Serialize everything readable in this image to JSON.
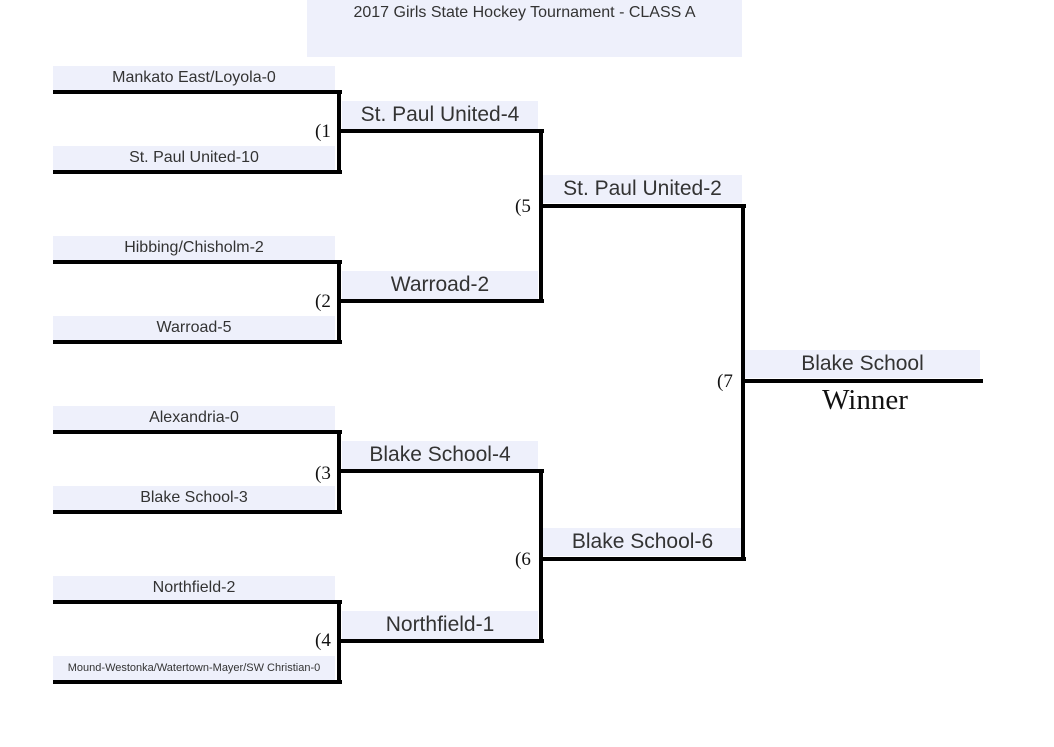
{
  "title": "2017 Girls State Hockey Tournament - CLASS A",
  "round1": [
    "Mankato East/Loyola-0",
    "St. Paul United-10",
    "Hibbing/Chisholm-2",
    "Warroad-5",
    "Alexandria-0",
    "Blake School-3",
    "Northfield-2",
    "Mound-Westonka/Watertown-Mayer/SW Christian-0"
  ],
  "round2": [
    "St. Paul United-4",
    "Warroad-2",
    "Blake School-4",
    "Northfield-1"
  ],
  "round3": [
    "St. Paul United-2",
    "Blake School-6"
  ],
  "champion": "Blake School",
  "winner_label": "Winner",
  "game_numbers": [
    "(1",
    "(2",
    "(3",
    "(4",
    "(5",
    "(6",
    "(7"
  ]
}
